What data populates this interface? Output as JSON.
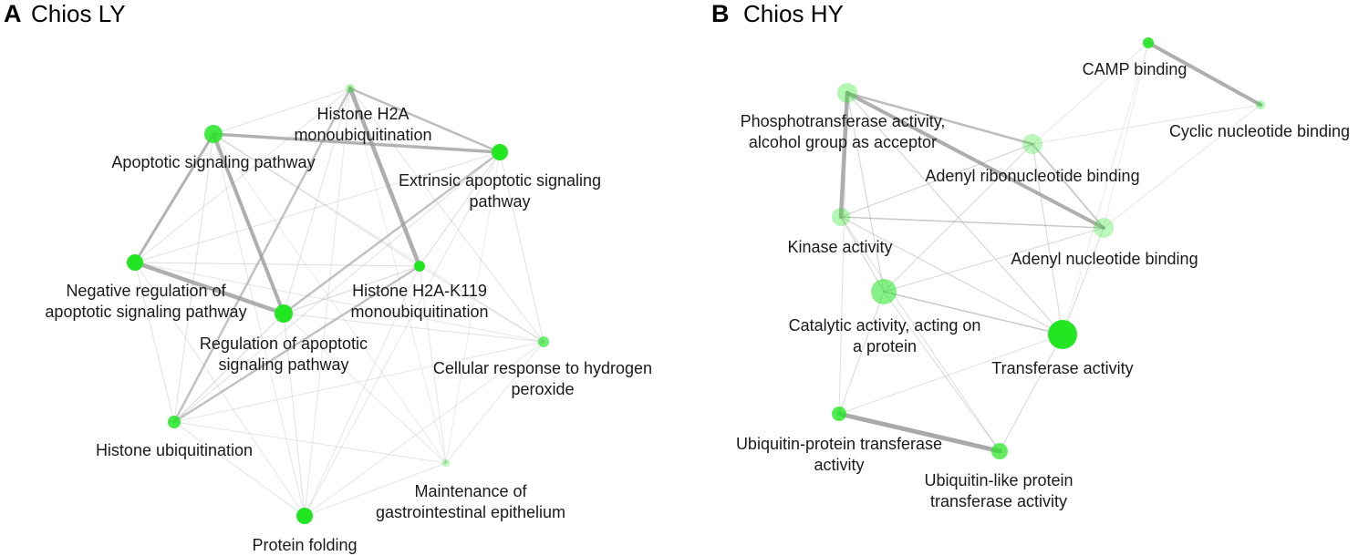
{
  "panels": [
    {
      "id": "A",
      "letter": "A",
      "title": "Chios LY",
      "nodes": [
        {
          "id": "h2a",
          "label_lines": [
            "Histone H2A",
            "monoubiquitination"
          ]
        },
        {
          "id": "apop",
          "label_lines": [
            "Apoptotic signaling pathway"
          ]
        },
        {
          "id": "extr",
          "label_lines": [
            "Extrinsic apoptotic signaling",
            "pathway"
          ]
        },
        {
          "id": "neg",
          "label_lines": [
            "Negative regulation of",
            "apoptotic signaling pathway"
          ]
        },
        {
          "id": "k119",
          "label_lines": [
            "Histone H2A-K119",
            "monoubiquitination"
          ]
        },
        {
          "id": "reg",
          "label_lines": [
            "Regulation of apoptotic",
            "signaling pathway"
          ]
        },
        {
          "id": "h2o2",
          "label_lines": [
            "Cellular response to hydrogen",
            "peroxide"
          ]
        },
        {
          "id": "hubi",
          "label_lines": [
            "Histone ubiquitination"
          ]
        },
        {
          "id": "gastro",
          "label_lines": [
            "Maintenance of",
            "gastrointestinal epithelium"
          ]
        },
        {
          "id": "fold",
          "label_lines": [
            "Protein folding"
          ]
        }
      ]
    },
    {
      "id": "B",
      "letter": "B",
      "title": "Chios HY",
      "nodes": [
        {
          "id": "camp",
          "label_lines": [
            "CAMP binding"
          ]
        },
        {
          "id": "cyc",
          "label_lines": [
            "Cyclic nucleotide binding"
          ]
        },
        {
          "id": "phos",
          "label_lines": [
            "Phosphotransferase activity,",
            "alcohol group as acceptor"
          ]
        },
        {
          "id": "adribo",
          "label_lines": [
            "Adenyl ribonucleotide binding"
          ]
        },
        {
          "id": "kin",
          "label_lines": [
            "Kinase activity"
          ]
        },
        {
          "id": "adnuc",
          "label_lines": [
            "Adenyl nucleotide binding"
          ]
        },
        {
          "id": "cat",
          "label_lines": [
            "Catalytic activity, acting on",
            "a protein"
          ]
        },
        {
          "id": "trans",
          "label_lines": [
            "Transferase activity"
          ]
        },
        {
          "id": "ubp",
          "label_lines": [
            "Ubiquitin-protein transferase",
            "activity"
          ]
        },
        {
          "id": "ubl",
          "label_lines": [
            "Ubiquitin-like protein",
            "transferase activity"
          ]
        }
      ]
    }
  ],
  "colors": {
    "node_fill": "#22e622",
    "edge_stroke": "#9a9a9a",
    "label_text": "#1a1a1a"
  }
}
